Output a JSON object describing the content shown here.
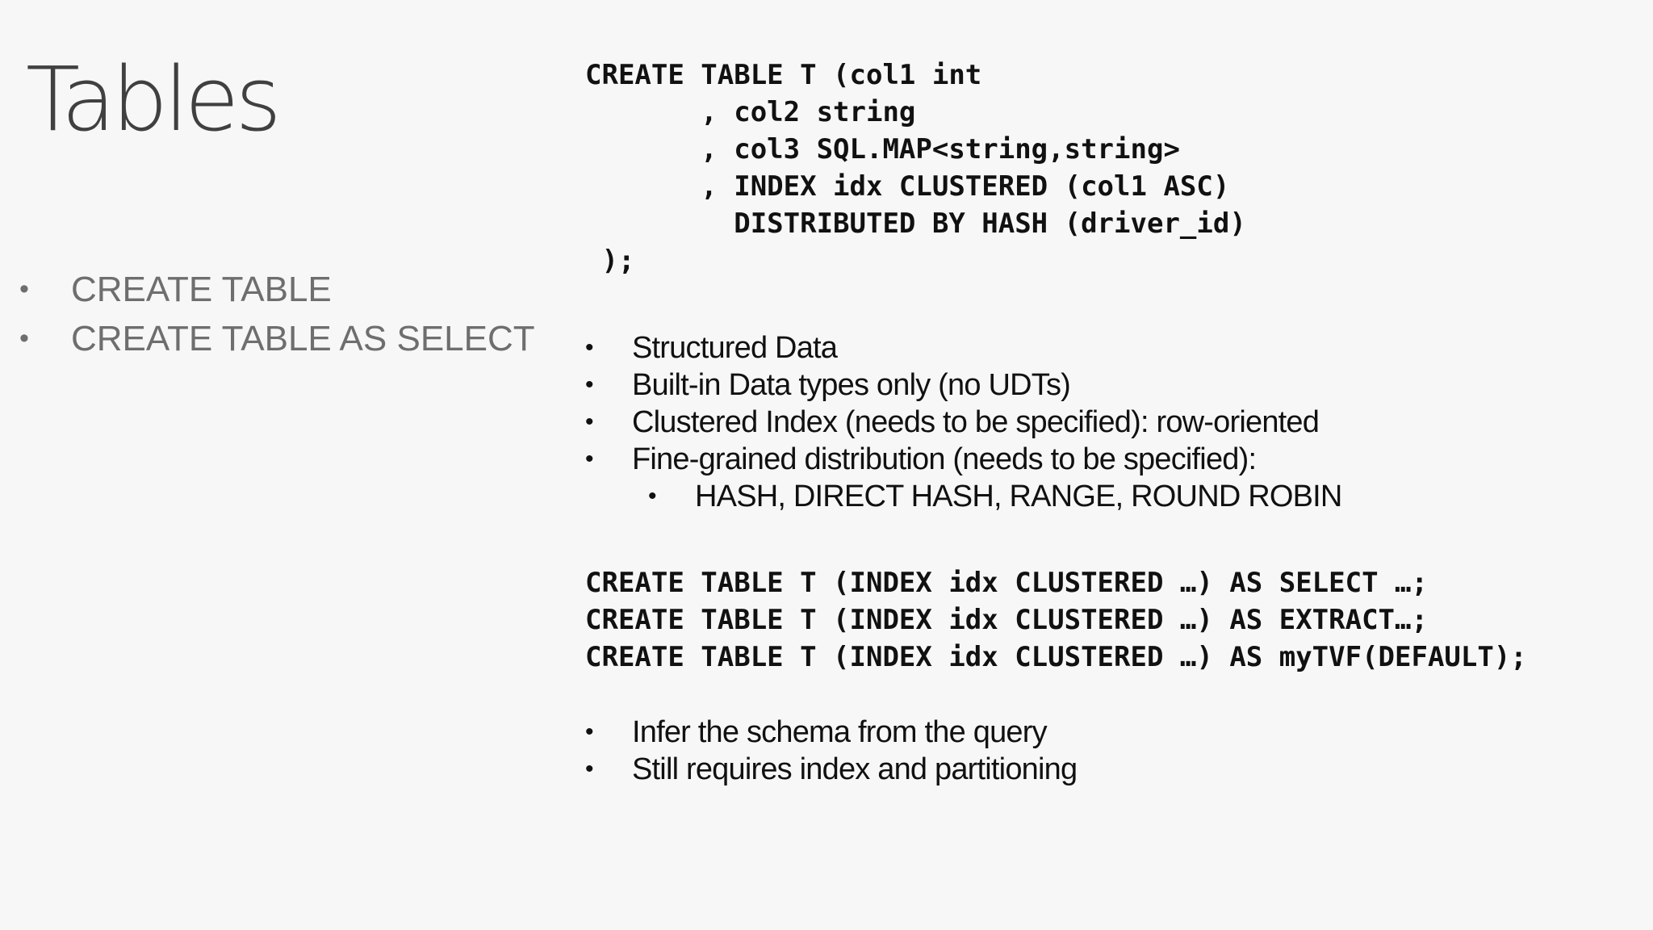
{
  "slide": {
    "title": "Tables"
  },
  "left_bullets": [
    "CREATE TABLE",
    "CREATE TABLE AS SELECT"
  ],
  "code_create": [
    "CREATE TABLE T (col1 int",
    "       , col2 string",
    "       , col3 SQL.MAP<string,string>",
    "       , INDEX idx CLUSTERED (col1 ASC)",
    "         DISTRIBUTED BY HASH (driver_id)",
    " );"
  ],
  "features": [
    "Structured Data",
    "Built-in Data types only (no UDTs)",
    "Clustered Index (needs to be specified): row-oriented",
    "Fine-grained distribution (needs to be specified):"
  ],
  "features_sub": [
    "HASH, DIRECT HASH, RANGE, ROUND ROBIN"
  ],
  "code_ctas": [
    "CREATE TABLE T (INDEX idx CLUSTERED …) AS SELECT …;",
    "CREATE TABLE T (INDEX idx CLUSTERED …) AS EXTRACT…;",
    "CREATE TABLE T (INDEX idx CLUSTERED …) AS myTVF(DEFAULT);"
  ],
  "ctas_notes": [
    "Infer the schema from the query",
    "Still requires index and partitioning"
  ],
  "bullet_glyph": "•"
}
